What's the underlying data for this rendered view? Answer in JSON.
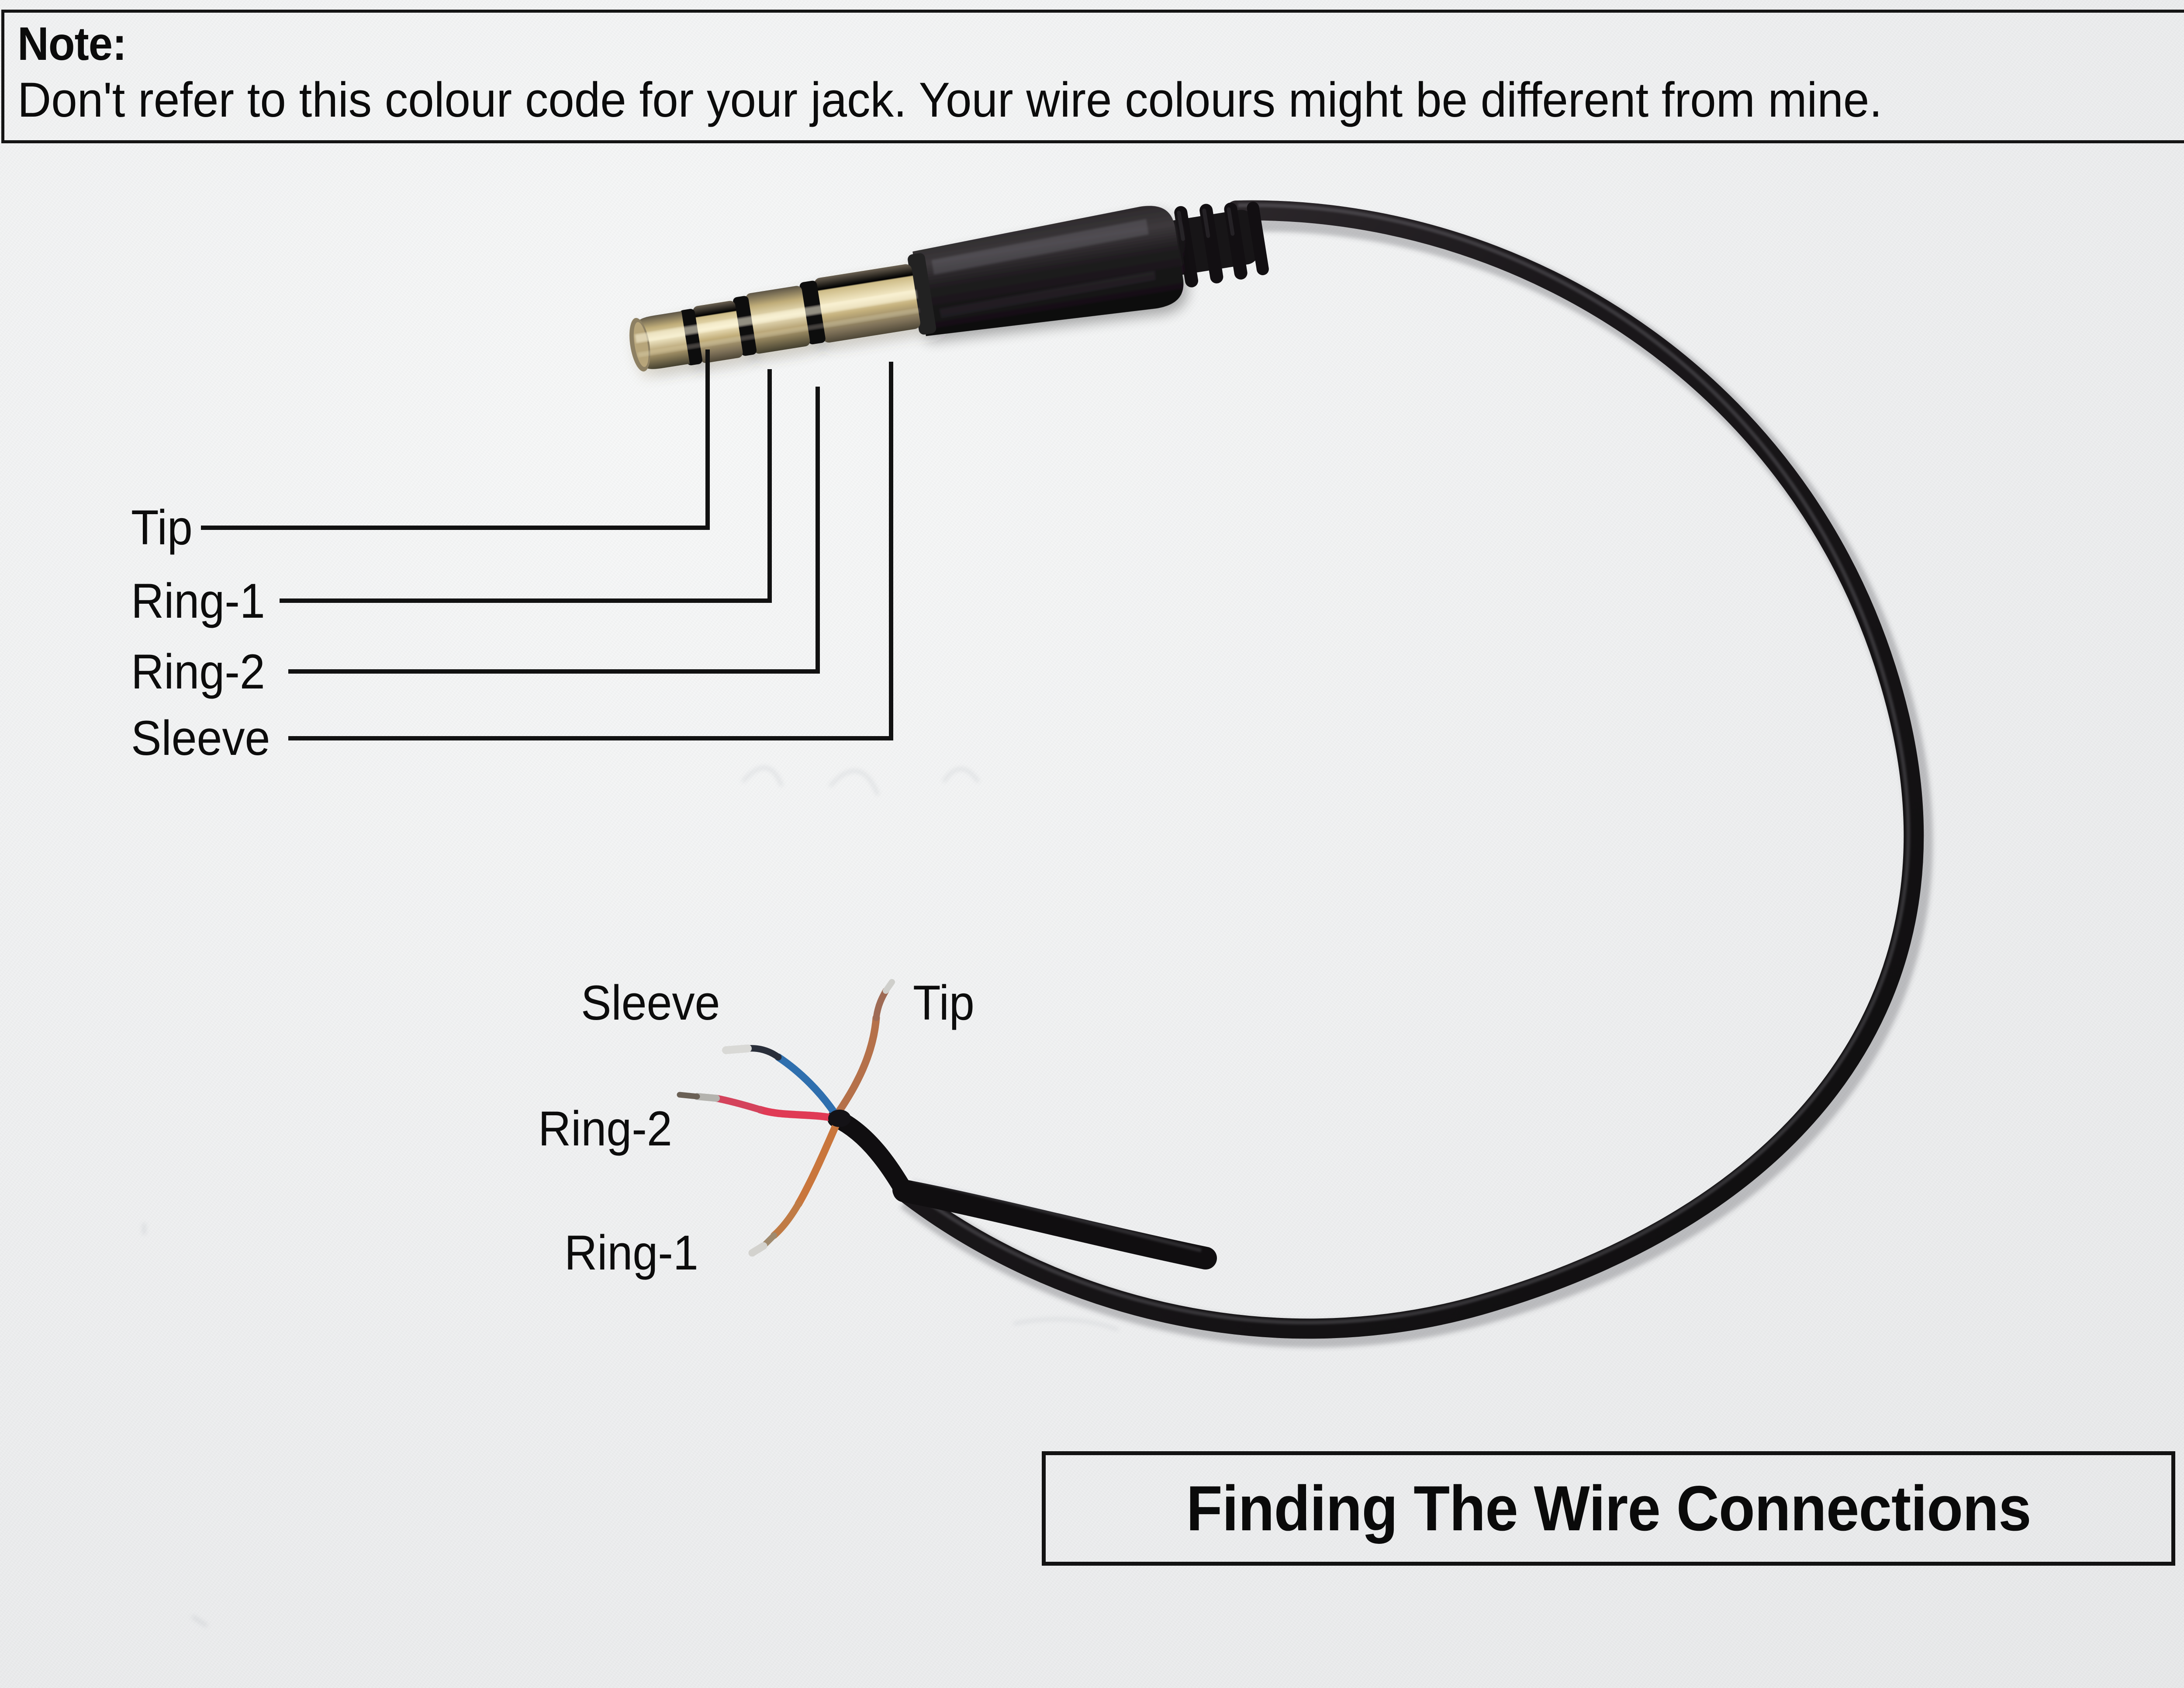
{
  "note": {
    "title": "Note:",
    "body": "Don't refer to this colour code for your jack. Your wire colours might be different from mine."
  },
  "title_box": {
    "text": "Finding The Wire Connections"
  },
  "plug_callouts": {
    "tip": "Tip",
    "ring1": "Ring-1",
    "ring2": "Ring-2",
    "sleeve": "Sleeve"
  },
  "wire_callouts": {
    "sleeve": "Sleeve",
    "tip": "Tip",
    "ring2": "Ring-2",
    "ring1": "Ring-1"
  },
  "photo": {
    "subject": "3.5mm TRRS audio jack plug with stripped cable end",
    "background_color": "#f1f2f2",
    "cable_color": "#151315",
    "plug_barrel_color": "#1a1719",
    "contact_metal_color": "#c9b77e",
    "insulator_ring_color": "#141014",
    "wires": [
      {
        "name": "Tip",
        "color": "#b5714a",
        "hex": "#b5714a",
        "direction": "up-right"
      },
      {
        "name": "Sleeve",
        "color": "#2f6fae",
        "hex": "#2f6fae",
        "direction": "up-left"
      },
      {
        "name": "Ring-2",
        "color": "#e03a55",
        "hex": "#e03a55",
        "direction": "left"
      },
      {
        "name": "Ring-1",
        "color": "#c9763c",
        "hex": "#c9763c",
        "direction": "down-left"
      }
    ],
    "solder_tip_color": "#d9d9d6"
  }
}
